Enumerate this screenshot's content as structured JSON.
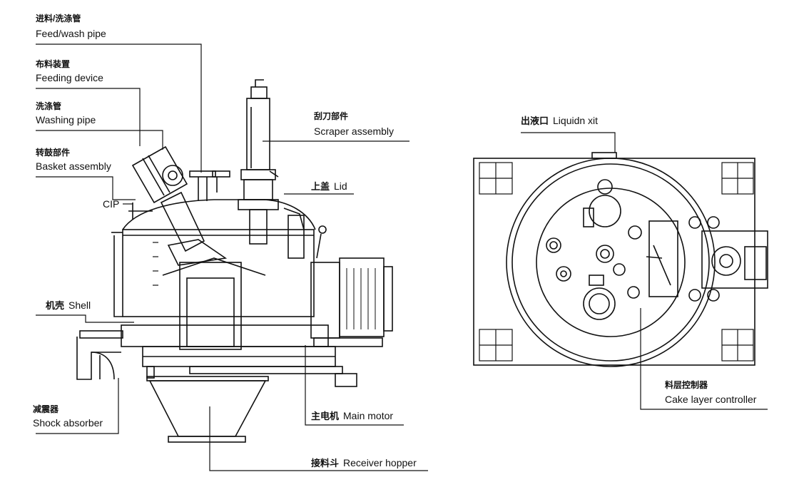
{
  "labels": {
    "feed_wash_pipe": {
      "zh": "进料/洗涤管",
      "en": "Feed/wash pipe"
    },
    "feeding_device": {
      "zh": "布料装置",
      "en": "Feeding device"
    },
    "washing_pipe": {
      "zh": "洗涤管",
      "en": "Washing pipe"
    },
    "basket_assembly": {
      "zh": "转鼓部件",
      "en": "Basket assembly"
    },
    "cip": {
      "en": "CIP"
    },
    "shell": {
      "zh": "机壳",
      "en": "Shell"
    },
    "shock_absorber": {
      "zh": "减震器",
      "en": "Shock absorber"
    },
    "scraper_assembly": {
      "zh": "刮刀部件",
      "en": "Scraper assembly"
    },
    "lid": {
      "zh": "上盖",
      "en": "Lid"
    },
    "main_motor": {
      "zh": "主电机",
      "en": "Main motor"
    },
    "receiver_hopper": {
      "zh": "接料斗",
      "en": "Receiver hopper"
    },
    "liquid_exit": {
      "zh": "出液口",
      "en": "Liquidn xit"
    },
    "cake_layer_controller": {
      "zh": "料层控制器",
      "en": "Cake layer controller"
    }
  }
}
